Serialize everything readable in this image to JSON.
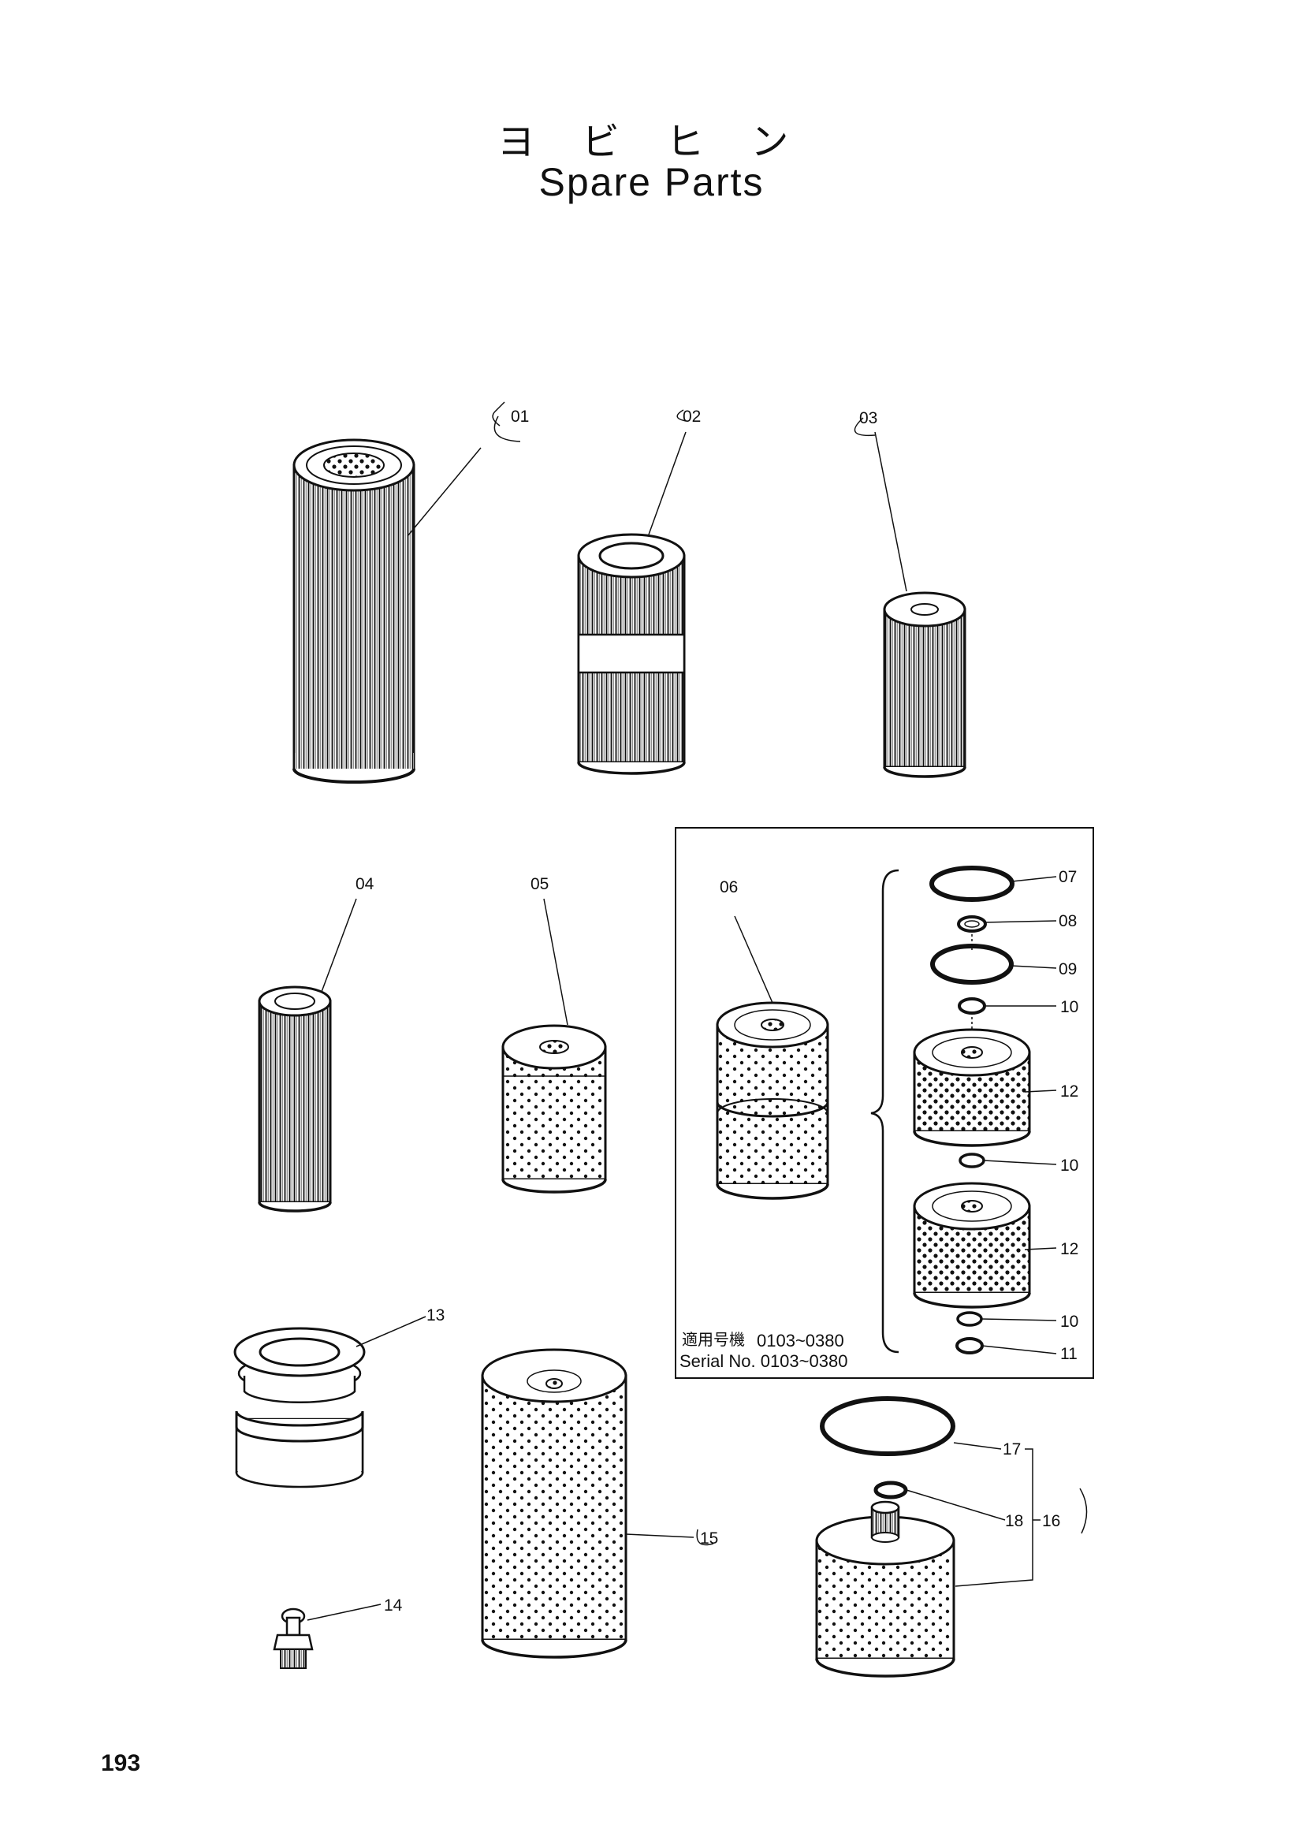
{
  "page": {
    "title_jp": "ヨ ビ ヒ ン",
    "title_en": "Spare Parts",
    "page_number": "193"
  },
  "inset": {
    "serial_label_jp": "適用号機",
    "serial_label_jp_range": "0103~0380",
    "serial_label_en": "Serial No. 0103~0380"
  },
  "callouts": [
    {
      "id": "01",
      "label": "01"
    },
    {
      "id": "02",
      "label": "02"
    },
    {
      "id": "03",
      "label": "03"
    },
    {
      "id": "04",
      "label": "04"
    },
    {
      "id": "05",
      "label": "05"
    },
    {
      "id": "06",
      "label": "06"
    },
    {
      "id": "07",
      "label": "07"
    },
    {
      "id": "08",
      "label": "08"
    },
    {
      "id": "09",
      "label": "09"
    },
    {
      "id": "10a",
      "label": "10"
    },
    {
      "id": "12a",
      "label": "12"
    },
    {
      "id": "10b",
      "label": "10"
    },
    {
      "id": "12b",
      "label": "12"
    },
    {
      "id": "10c",
      "label": "10"
    },
    {
      "id": "11",
      "label": "11"
    },
    {
      "id": "13",
      "label": "13"
    },
    {
      "id": "14",
      "label": "14"
    },
    {
      "id": "15",
      "label": "15"
    },
    {
      "id": "17",
      "label": "17"
    },
    {
      "id": "18",
      "label": "18"
    },
    {
      "id": "16",
      "label": "16"
    }
  ],
  "parts": [
    {
      "ref": "01",
      "icon": "pleated-cartridge-filter-icon"
    },
    {
      "ref": "02",
      "icon": "banded-pleated-filter-icon"
    },
    {
      "ref": "03",
      "icon": "small-pleated-filter-icon"
    },
    {
      "ref": "04",
      "icon": "slim-pleated-filter-icon"
    },
    {
      "ref": "05",
      "icon": "perforated-filter-icon"
    },
    {
      "ref": "06",
      "icon": "double-perforated-filter-icon"
    },
    {
      "ref": "07",
      "icon": "o-ring-icon"
    },
    {
      "ref": "08",
      "icon": "washer-icon"
    },
    {
      "ref": "09",
      "icon": "o-ring-icon"
    },
    {
      "ref": "10",
      "icon": "washer-icon"
    },
    {
      "ref": "11",
      "icon": "washer-icon"
    },
    {
      "ref": "12",
      "icon": "perforated-filter-icon"
    },
    {
      "ref": "13",
      "icon": "strainer-cup-icon"
    },
    {
      "ref": "14",
      "icon": "grease-nipple-icon"
    },
    {
      "ref": "15",
      "icon": "tall-perforated-filter-icon"
    },
    {
      "ref": "16",
      "icon": "filter-kit-icon"
    },
    {
      "ref": "17",
      "icon": "o-ring-icon"
    },
    {
      "ref": "18",
      "icon": "washer-icon"
    }
  ]
}
